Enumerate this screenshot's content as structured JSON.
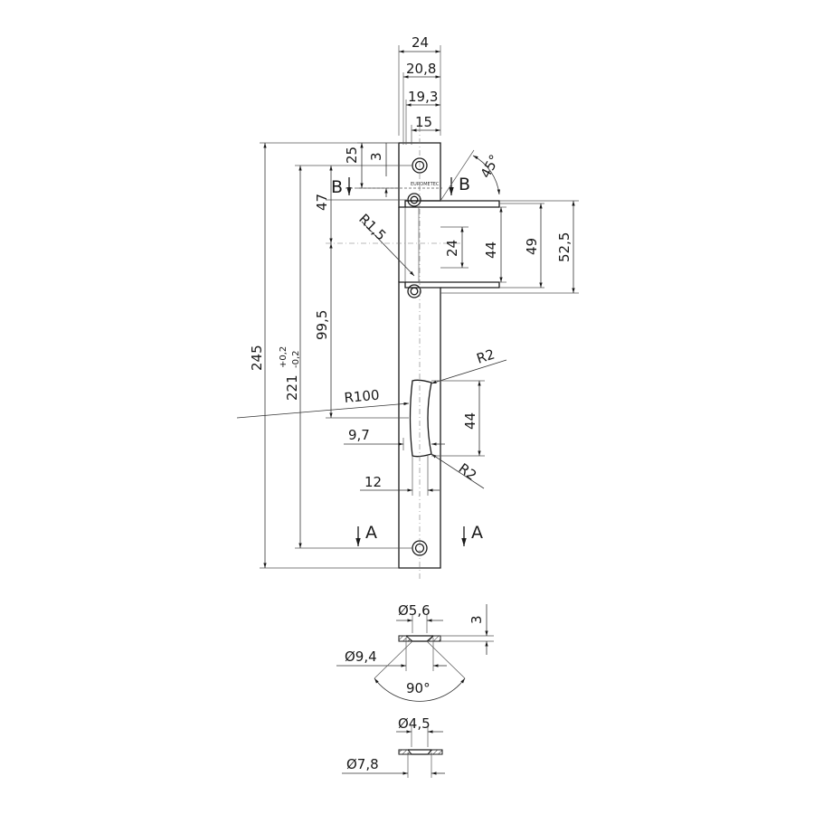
{
  "drawing": {
    "top_dims": {
      "d24": "24",
      "d20_8": "20,8",
      "d19_3": "19,3",
      "d15": "15"
    },
    "left_dims": {
      "d245": "245",
      "d221": "221",
      "tol_plus": "+0,2",
      "tol_minus": "-0,2",
      "d47": "47",
      "d99_5": "99,5",
      "d25": "25",
      "d3": "3"
    },
    "right_dims": {
      "d24": "24",
      "d44": "44",
      "d49": "49",
      "d52_5": "52,5",
      "angle45": "45°"
    },
    "cutout_dims": {
      "r2_top": "R2",
      "r2_bottom": "R2",
      "r100": "R100",
      "d44": "44",
      "d9_7": "9,7",
      "d12": "12",
      "r1_5": "R1,5"
    },
    "sections": {
      "B_left": "B",
      "B_right": "B",
      "A_left": "A",
      "A_right": "A"
    },
    "hole_sections": {
      "dia5_6": "Ø5,6",
      "dia9_4": "Ø9,4",
      "d3": "3",
      "angle90": "90°",
      "dia4_5": "Ø4,5",
      "dia7_8": "Ø7,8"
    },
    "brand_mark": "EUROMETEC"
  }
}
